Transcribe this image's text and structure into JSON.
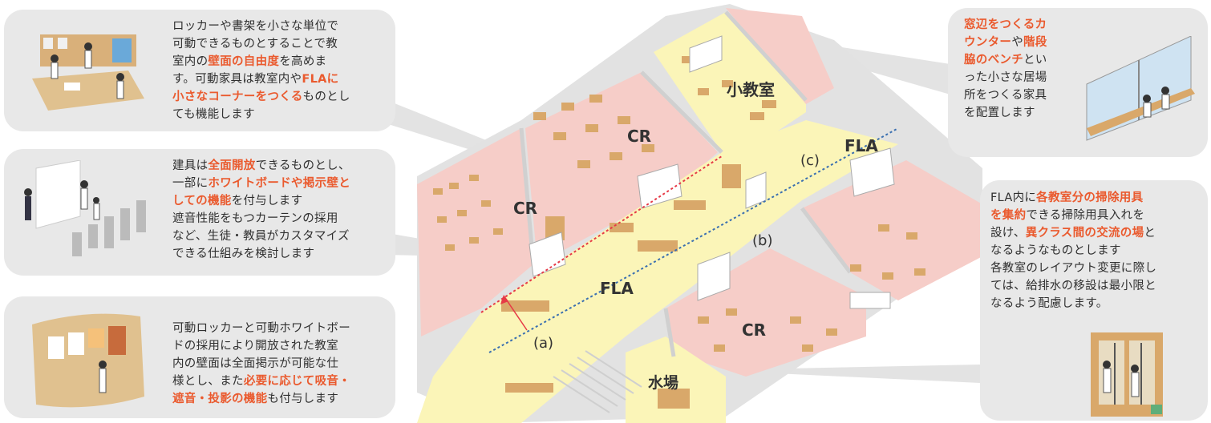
{
  "colors": {
    "accent": "#ea5a2e",
    "callout_bg": "#e8e8e8",
    "classroom": "#f6cdc8",
    "fla": "#fbf5b8",
    "wall": "#dcdcdc",
    "furniture": "#d9a86a",
    "line_red": "#e63946",
    "line_blue": "#3a6fb0"
  },
  "plan_labels": {
    "cr_1": "CR",
    "cr_2": "CR",
    "cr_3": "CR",
    "small_room": "小教室",
    "fla_center": "FLA",
    "fla_top": "FLA",
    "water": "水場",
    "marker_a": "(a)",
    "marker_b": "(b)",
    "marker_c": "(c)"
  },
  "callouts": {
    "c1": {
      "icon": "movable-furniture-illustration",
      "l1a": "ロッカーや書架を小さな単位で",
      "l2a": "可動できるものとすることで教",
      "l3a": "室内の",
      "l3b": "壁面の自由度",
      "l3c": "を高めま",
      "l4a": "す。可動家具は教室内や",
      "l4b": "FLAに",
      "l5a": "小さなコーナーをつくる",
      "l5b": "ものとし",
      "l6a": "ても機能します"
    },
    "c2": {
      "icon": "whiteboard-class-illustration",
      "l1a": "建具は",
      "l1b": "全面開放",
      "l1c": "できるものとし、",
      "l2a": "一部に",
      "l2b": "ホワイトボードや掲示壁と",
      "l3a": "しての機能",
      "l3b": "を付与します",
      "l4a": "遮音性能をもつカーテンの採用",
      "l5a": "など、生徒・教員がカスタマイズ",
      "l6a": "できる仕組みを検討します"
    },
    "c3": {
      "icon": "bulletin-wall-illustration",
      "l1a": "可動ロッカーと可動ホワイトボー",
      "l2a": "ドの採用により開放された教室",
      "l3a": "内の壁面は全面掲示が可能な仕",
      "l4a": "様とし、また",
      "l4b": "必要に応じて吸音・",
      "l5a": "遮音・投影の機能",
      "l5b": "も付与します"
    },
    "c4": {
      "icon": "window-counter-illustration",
      "l1a": "窓辺をつくるカ",
      "l2a": "ウンター",
      "l2b": "や",
      "l2c": "階段",
      "l3a": "脇のベンチ",
      "l3b": "とい",
      "l4a": "った小さな居場",
      "l5a": "所をつくる家具",
      "l6a": "を配置します"
    },
    "c5": {
      "icon": "cleaning-locker-illustration",
      "l1a": "FLA内に",
      "l1b": "各教室分の掃除用具",
      "l2a": "を集約",
      "l2b": "できる掃除用具入れを",
      "l3a": "設け、",
      "l3b": "異クラス間の交流の場",
      "l3c": "と",
      "l4a": "なるようなものとします",
      "l5a": "各教室のレイアウト変更に際し",
      "l6a": "ては、給排水の移設は最小限と",
      "l7a": "なるよう配慮します。"
    }
  }
}
